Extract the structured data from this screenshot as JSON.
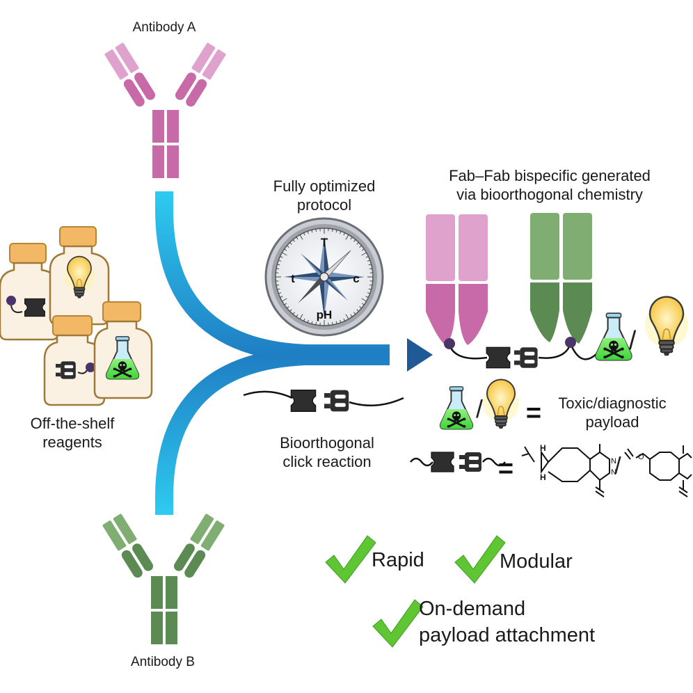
{
  "labels": {
    "antibody_a": "Antibody A",
    "antibody_b": "Antibody B",
    "protocol_line1": "Fully optimized",
    "protocol_line2": "protocol",
    "bispecific_line1": "Fab–Fab bispecific generated",
    "bispecific_line2": "via bioorthogonal chemistry",
    "reagents_line1": "Off-the-shelf",
    "reagents_line2": "reagents",
    "click_line1": "Bioorthogonal",
    "click_line2": "click reaction",
    "payload_line1": "Toxic/diagnostic",
    "payload_line2": "payload",
    "slash": "/",
    "equals": "="
  },
  "compass": {
    "north": "T",
    "west": "t",
    "east": "c",
    "south": "pH"
  },
  "chemistry": {
    "methyl_mark": "H",
    "nitrogen": "N"
  },
  "features": [
    {
      "label": "Rapid"
    },
    {
      "label": "Modular"
    },
    {
      "label": "On-demand"
    },
    {
      "label": "payload attachment"
    }
  ],
  "colors": {
    "antibody_a": "#c96aa8",
    "antibody_a_light": "#dfa2cc",
    "antibody_b": "#5b8a52",
    "antibody_b_light": "#80ad72",
    "arrow_start": "#29c6ee",
    "arrow_end": "#1f5a96",
    "check": "#5ec632",
    "bottle_cap": "#f2b865",
    "bottle_body": "#fbf1e2",
    "linker": "#2e2e2e",
    "purple_node": "#4a3468"
  }
}
